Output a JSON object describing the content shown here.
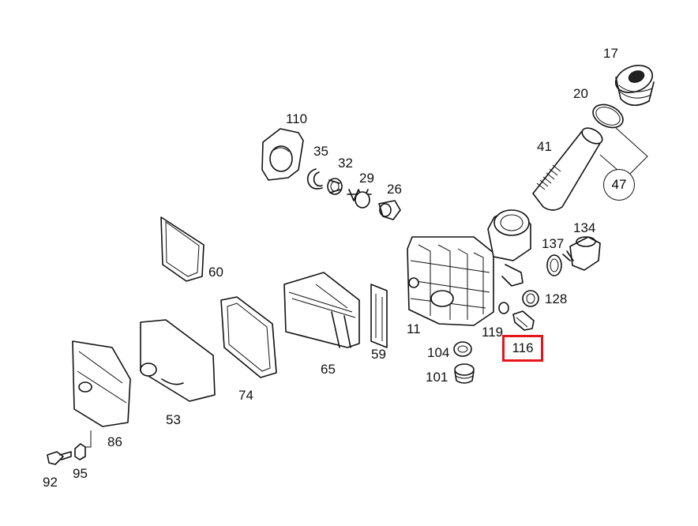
{
  "labels": {
    "p17": "17",
    "p20": "20",
    "p41": "41",
    "p47": "47",
    "p110": "110",
    "p35": "35",
    "p32": "32",
    "p29": "29",
    "p26": "26",
    "p134": "134",
    "p137": "137",
    "p128": "128",
    "p60": "60",
    "p11": "11",
    "p119": "119",
    "p116": "116",
    "p104": "104",
    "p101": "101",
    "p59": "59",
    "p65": "65",
    "p74": "74",
    "p53": "53",
    "p86": "86",
    "p92": "92",
    "p95": "95"
  },
  "highlight": {
    "part": "116",
    "color": "#e5161b"
  }
}
